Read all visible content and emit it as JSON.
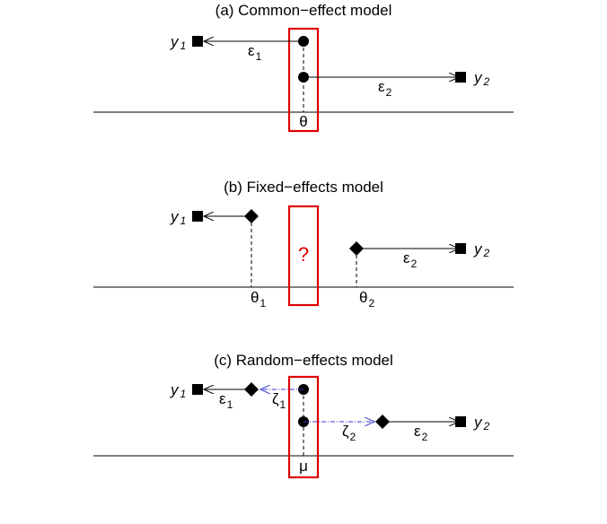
{
  "colors": {
    "ink": "#000000",
    "highlight_box": "#e00000",
    "dashed_arrow": "#3a3ad0"
  },
  "panels": {
    "a": {
      "title": "(a) Common−effect model",
      "y1": {
        "base": "y",
        "sub": "1"
      },
      "y2": {
        "base": "y",
        "sub": "2"
      },
      "err1": {
        "base": "ε",
        "sub": "1"
      },
      "err2": {
        "base": "ε",
        "sub": "2"
      },
      "param": "θ"
    },
    "b": {
      "title": "(b) Fixed−effects model",
      "y1": {
        "base": "y",
        "sub": "1"
      },
      "y2": {
        "base": "y",
        "sub": "2"
      },
      "err2": {
        "base": "ε",
        "sub": "2"
      },
      "theta1": {
        "base": "θ",
        "sub": "1"
      },
      "theta2": {
        "base": "θ",
        "sub": "2"
      },
      "question": "?"
    },
    "c": {
      "title": "(c) Random−effects model",
      "y1": {
        "base": "y",
        "sub": "1"
      },
      "y2": {
        "base": "y",
        "sub": "2"
      },
      "err1": {
        "base": "ε",
        "sub": "1"
      },
      "err2": {
        "base": "ε",
        "sub": "2"
      },
      "zeta1": {
        "base": "ζ",
        "sub": "1"
      },
      "zeta2": {
        "base": "ζ",
        "sub": "2"
      },
      "param": "μ"
    }
  }
}
